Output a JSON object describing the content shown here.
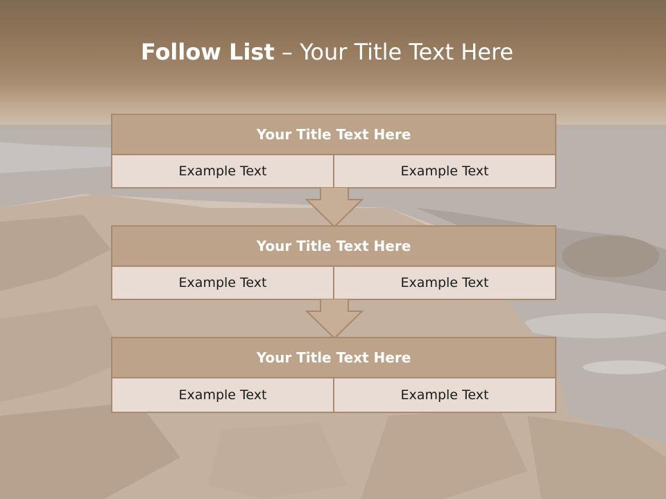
{
  "title": {
    "bold": "Follow List",
    "separator": " – ",
    "rest": "Your Title Text Here"
  },
  "blocks": [
    {
      "title": "Your Title Text Here",
      "cells": [
        "Example Text",
        "Example Text"
      ]
    },
    {
      "title": "Your Title Text Here",
      "cells": [
        "Example Text",
        "Example Text"
      ]
    },
    {
      "title": "Your Title Text Here",
      "cells": [
        "Example Text",
        "Example Text"
      ]
    }
  ],
  "colors": {
    "header": "#94795d",
    "block_title": "#bca38a",
    "block_body": "#e8dcd5",
    "border": "#a8896c",
    "arrow": "#c6ae97"
  },
  "icons": [
    "down-arrow-icon"
  ]
}
